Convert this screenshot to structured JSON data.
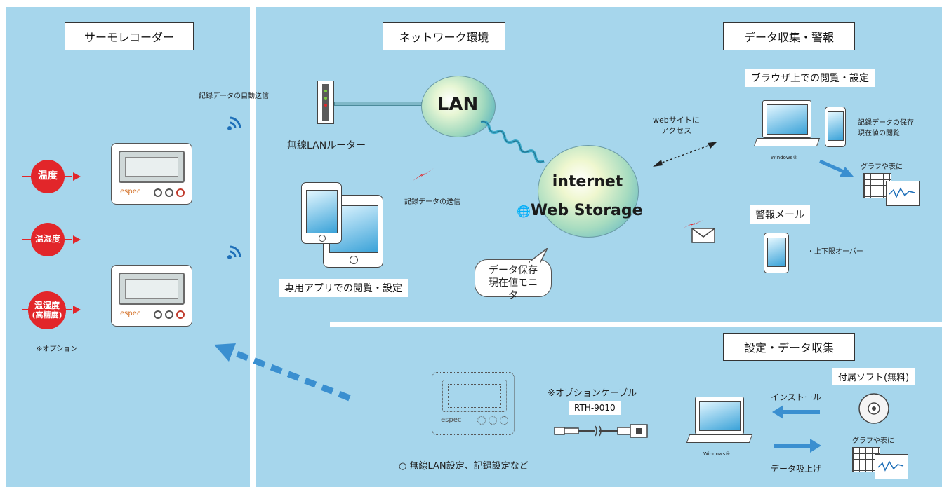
{
  "sections": {
    "thermo_recorder": "サーモレコーダー",
    "network": "ネットワーク環境",
    "data_collection_alarm": "データ収集・警報",
    "settings_collection": "設定・データ収集"
  },
  "left": {
    "auto_send": "記録データの自動送信",
    "sensors": [
      {
        "label": "温度",
        "sub": ""
      },
      {
        "label": "温湿度",
        "sub": ""
      },
      {
        "label": "温湿度",
        "sub": "(高精度)"
      }
    ],
    "option_note": "※オプション",
    "device_logo": "espec"
  },
  "network": {
    "router_label": "無線LANルーター",
    "lan": "LAN",
    "internet": "internet",
    "web_storage": "Web Storage",
    "send_label": "記録データの送信",
    "app_label": "専用アプリでの閲覧・設定",
    "bubble_line1": "データ保存",
    "bubble_line2": "現在値モニタ",
    "web_access_line1": "webサイトに",
    "web_access_line2": "アクセス"
  },
  "right_top": {
    "browser_header": "ブラウザ上での閲覧・設定",
    "save_line1": "記録データの保存",
    "save_line2": "現在値の閲覧",
    "windows": "Windows®",
    "graph_label": "グラフや表に",
    "alarm_header": "警報メール",
    "alarm_item": "・上下限オーバー"
  },
  "bottom": {
    "option_cable": "※オプションケーブル",
    "cable_model": "RTH-9010",
    "wireless_setting": "○ 無線LAN設定、記録設定など",
    "windows": "Windows®",
    "install": "インストール",
    "data_upload": "データ吸上げ",
    "software": "付属ソフト(無料)",
    "graph_label": "グラフや表に",
    "device_logo": "espec"
  },
  "colors": {
    "panel": "#a6d6ec",
    "accent_red": "#e2262a",
    "arrow_blue": "#3a8fd0"
  }
}
